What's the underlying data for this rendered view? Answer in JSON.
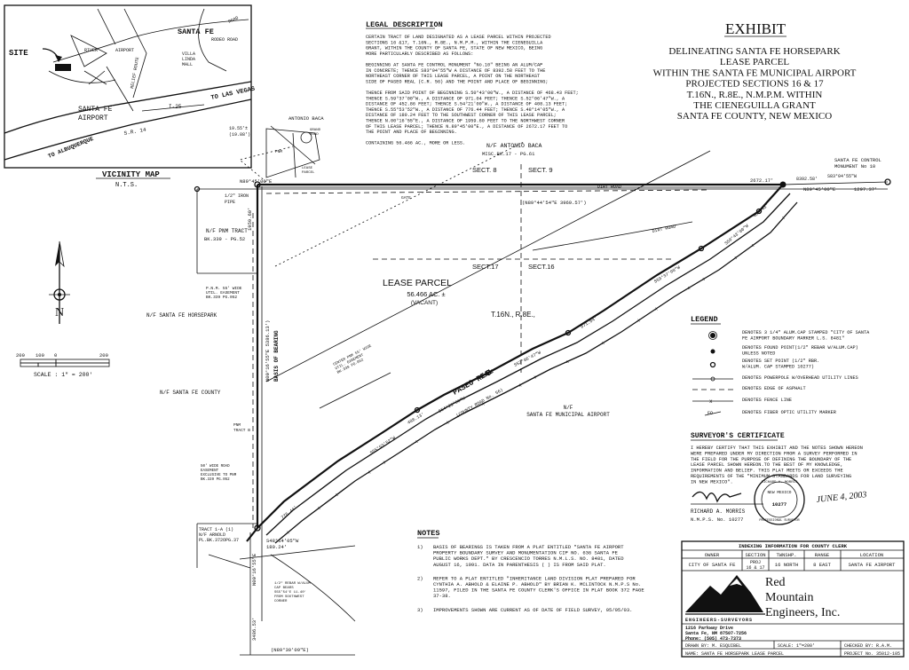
{
  "vicinity": {
    "title": "VICINITY MAP",
    "scale": "N.T.S.",
    "labels": {
      "site": "SITE",
      "santa_fe": "SANTA FE",
      "airport": "SANTA FE\nAIRPORT",
      "airport_small": "AIRPORT",
      "villa_linda": "VILLA\nLINDA\nMALL",
      "rodeo_road": "RODEO ROAD",
      "river": "RIVER",
      "relief_route": "RELIEF ROUTE",
      "to_las_vegas": "TO LAS VEGAS",
      "to_albuquerque": "TO ALBUQUERQUE",
      "i25": "I-25",
      "sr14": "S.R. 14",
      "road": "ROAD"
    }
  },
  "legal": {
    "title": "LEGAL DESCRIPTION",
    "lines": [
      "CERTAIN TRACT OF LAND DESIGNATED AS A LEASE PARCEL WITHIN PROJECTED",
      "SECTIONS 16 &17, T.16N., R.8E., N.M.P.M., WITHIN THE CIENEGUILLA",
      "GRANT, WITHIN THE COUNTY OF SANTA FE, STATE OF NEW MEXICO, BEING",
      "MORE PARTICULARLY DESCRIBED AS FOLLOWS:",
      "",
      "BEGINNING AT SANTA FE CONTROL MONUMENT \"No.10\" BEING AN ALUM/CAP",
      "IN CONCRETE; THENCE S83°04'55\"W A DISTANCE OF 8392.58 FEET TO THE",
      "NORTHEAST CORNER OF THIS LEASE PARCEL, A POINT ON THE NORTHEAST",
      "SIDE OF PASEO REAL (C.R. 56) AND THE POINT AND PLACE OF BEGINNING;",
      "",
      "THENCE FROM SAID POINT OF BEGINNING S.50°43'00\"W., A DISTANCE OF 468.43 FEET;",
      "THENCE S.59°37'00\"W., A DISTANCE OF 971.04 FEET; THENCE S.52°06'47\"W., A",
      "DISTANCE OF 452.86 FEET; THENCE S.54°21'00\"W., A DISTANCE OF 408.13 FEET;",
      "THENCE S.55°53'52\"W., A DISTANCE OF 776.44 FEET; THENCE S.48°14'05\"W., A",
      "DISTANCE OF 180.24 FEET TO THE SOUTHWEST CORNER OF THIS LEASE PARCEL;",
      "THENCE N.00°16'55\"E., A DISTANCE OF 1959.60 FEET TO THE NORTHWEST CORNER",
      "OF THIS LEASE PARCEL; THENCE N.89°45'00\"E., A DISTANCE OF 2672.17 FEET TO",
      "THE POINT AND PLACE OF BEGINNING.",
      "",
      "CONTAINING 56.466 AC., MORE OR LESS."
    ]
  },
  "exhibit": {
    "title": "EXHIBIT",
    "lines": [
      "DELINEATING SANTA FE HORSEPARK",
      "LEASE PARCEL",
      "WITHIN THE SANTA FE MUNICIPAL AIRPORT",
      "PROJECTED SECTIONS 16 & 17",
      "T.16N., R.8E., N.M.P.M. WITHIN",
      "THE CIENEGUILLA GRANT",
      "SANTA FE COUNTY, NEW MEXICO"
    ]
  },
  "plat": {
    "lease_parcel": "LEASE PARCEL",
    "area": "56.466 AC. ±",
    "vacant": "(VACANT)",
    "township": "T.16N., R.8E.,",
    "sect8": "SECT. 8",
    "sect9": "SECT. 9",
    "sect17": "SECT.17",
    "sect16": "SECT.16",
    "nf_antonio_baca": "N/F ANTONIO BACA",
    "misc_bk": "MISC.BK.17 - PG.61",
    "antonio_baca_small": "ANTONIO BACA",
    "grand_road": "GRAND\nROAD",
    "pnm": "PNM",
    "lease_parcel_small": "LEASE\nPARCEL",
    "dim_1955": "19.55'±\n(19.88')",
    "control_monument": "SANTA FE CONTROL\nMONUMENT No 10",
    "dist_2672": "2672.17'",
    "dist_8392": "8392.58'",
    "brg_s83": "S83°04'55\"W",
    "north_line_brg": "N89°45'00\"E",
    "north_line_brg2": "N89°45'00\"E",
    "dist_1297": "1297.37'",
    "record_brg": "(N89°44'54\"E 3969.57')",
    "dirt_road": "DIRT ROAD",
    "dirt_road2": "DIRT ROAD",
    "gate": "GATE",
    "iron_pipe": "1/2\" IRON\nPIPE",
    "nf_pnm_tract": "N/F PNM TRACT",
    "pnm_bk": "BK.339 - PG.52",
    "pnm_easement": "P.N.M. 55' WIDE\nUTIL. EASEMENT\nBK.339 PG.052",
    "nf_horsepark": "N/F  SANTA FE HORSEPARK",
    "nf_county": "N/F SANTA FE COUNTY",
    "pnm_tract_b": "PNM\nTRACT B",
    "road_easement": "50' WIDE ROAD\nEASEMENT\nEXCLUSIVE TO PNM\nBK.339 PG.052",
    "center_easement": "CENTER PNM 55' WIDE\nUTIL. EASEMENT\nBK.339 PG.052",
    "basis_of_bearing": "BASIS OF BEARING",
    "west_brg": "N00°16'55\"E  5386.13')",
    "west_dist": "1959.60'",
    "west_brg2": "N00°16'55\"E",
    "dist_3486": "3486.53'",
    "paseo_real": "PASEO REAL",
    "county_road": "(COUNTY ROAD No. 56)",
    "nf_airport": "N/F\nSANTA FE MUNICIPAL AIRPORT",
    "tract_1a": "TRACT 1-A (1)\nN/F ARNOLD\nPL.BK.372OPG.37",
    "seg1": "S50°43'00\"W",
    "seg1d": "468.43'",
    "seg2": "S59°37'00\"W",
    "seg2d": "971.04'",
    "seg3": "S52°06'47\"W",
    "seg3d": "452.86'",
    "seg4": "S54°21'00\"W",
    "seg4d": "408.13'",
    "seg5": "S55°53'52\"W",
    "seg5d": "776.44'",
    "seg6": "S48°14'05\"W",
    "seg6d": "180.24'",
    "rebar_note": "1/2\" REBAR W/ALUM\nCAP BEARS\nS55°54'E 11.40'\nFROM SOUTHWEST\nCORNER",
    "south_brg": "(N89°30'09\"E)",
    "north_letter": "N"
  },
  "scale_bar": {
    "ticks": [
      "200",
      "100",
      "0",
      "200"
    ],
    "label": "SCALE :  1\" = 200'"
  },
  "legend": {
    "title": "LEGEND",
    "items": [
      "DENOTES 3 1/4\" ALUM.CAP STAMPED \"CITY OF SANTA\nFE AIRPORT BOUNDARY MARKER L.S. 8481\"",
      "DENOTES FOUND POINT(1/2\" REBAR W/ALUM.CAP)\nUNLESS NOTED",
      "DENOTES SET POINT (1/2\" RBR.\nW/ALUM. CAP STAMPED 10277)",
      "DENOTES POWERPOLE W/OVERHEAD UTILITY LINES",
      "DENOTES EDGE OF ASPHALT",
      "DENOTES FENCE LINE",
      "DENOTES FIBER OPTIC UTILITY MARKER"
    ]
  },
  "certificate": {
    "title": "SURVEYOR'S CERTIFICATE",
    "lines": [
      "I HEREBY CERTIFY THAT THIS EXHIBIT AND THE NOTES SHOWN HEREON",
      "WERE PREPARED UNDER MY DIRECTION FROM A SURVEY PERFORMED IN",
      "THE FIELD FOR THE PURPOSE OF DEFINING THE BOUNDARY OF THE",
      "LEASE PARCEL SHOWN HEREON.TO THE BEST OF MY KNOWLEDGE,",
      "INFORMATION AND BELIEF. THIS PLAT MEETS OR EXCEEDS THE",
      "REQUIREMENTS OF THE \"MINIMUM STANDARDS FOR LAND SURVEYING",
      "IN NEW MEXICO\"."
    ],
    "date": "JUNE 4, 2003",
    "name": "RICHARD A. MORRIS",
    "license": "N.M.P.S. No. 10277",
    "seal_top": "RICHARD A. MORRIS",
    "seal_state": "NEW MEXICO",
    "seal_num": "10277",
    "seal_bottom": "PROFESSIONAL SURVEYOR"
  },
  "notes": {
    "title": "NOTES",
    "items": [
      {
        "num": "1)",
        "text": "BASIS OF BEARINGS IS TAKEN FROM A  PLAT ENTITLED \"SANTA FE AIRPORT\nPROPERTY BOUNDARY SURVEY AND MONUMENTATION CIP NO. 636 SANTA FE\nPUBLIC WORKS DEPT.\" BY CRESCENCIO TORRES N.M.L.S. NO. 8481, DATED\nAUGUST 16, 1991. DATA IN PARENTHESIS ( ) IS FROM SAID PLAT."
      },
      {
        "num": "2)",
        "text": "REFER TO A PLAT ENTITLED \"INHERITANCE LAND DIVISION PLAT PREPARED FOR\nCYNTHIA A. ABHOLD & ELAINE P. ABHOLD\" BY BRIAN K. MCLINTOCK N.M.P.S No.\n11597, FILED IN THE SANTA FE COUNTY CLERK'S OFFICE IN PLAT BOOK 372 PAGE\n37-38."
      },
      {
        "num": "3)",
        "text": "IMPROVEMENTS SHOWN ARE CURRENT AS OF DATE OF FIELD SURVEY, 05/05/03."
      }
    ]
  },
  "title_block": {
    "indexing_header": "INDEXING INFORMATION FOR COUNTY CLERK",
    "headers": [
      "OWNER",
      "SECTION",
      "TWNSHP.",
      "RANGE",
      "LOCATION"
    ],
    "values": [
      "CITY OF SANTA FE",
      "PROJ\n16 & 17",
      "16 NORTH",
      "8 EAST",
      "SANTA FE AIRPORT"
    ],
    "firm_line1": "Red",
    "firm_line2": "Mountain",
    "firm_line3": "Engineers, Inc.",
    "firm_sub": "ENGINEERS-SURVEYORS",
    "address": "1216 Parkway Drive\nSanta Fe, NM  87507-7256\nPhone: (505) 473-7373",
    "drawn_by": "DRAWN BY: M. ESQUIBEL",
    "scale": "SCALE: 1\"=200'",
    "checked_by": "CHECKED BY: R.A.M.",
    "name": "NAME: SANTA FE HORSEPARK LEASE PARCEL",
    "project": "PROJECT No. 35012-105"
  }
}
